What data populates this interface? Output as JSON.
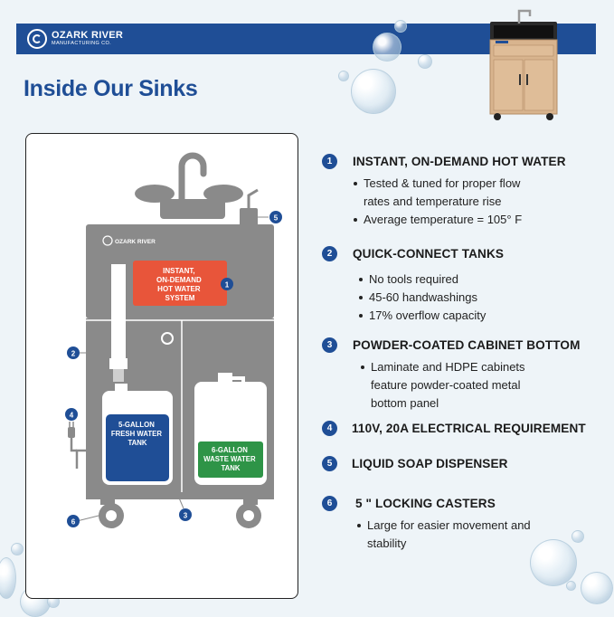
{
  "brand": {
    "name": "OZARK RIVER",
    "subtitle": "MANUFACTURING CO.",
    "color_primary": "#1f4e96",
    "color_accent_red": "#e8553a",
    "color_tank_blue": "#1f4e96",
    "color_tank_green": "#2e9447"
  },
  "page_title": "Inside Our Sinks",
  "diagram": {
    "logo_text": "OZARK RIVER",
    "heater_label": [
      "INSTANT,",
      "ON-DEMAND",
      "HOT WATER",
      "SYSTEM"
    ],
    "fresh_tank_label": [
      "5-GALLON",
      "FRESH WATER",
      "TANK"
    ],
    "waste_tank_label": [
      "6-GALLON",
      "WASTE WATER",
      "TANK"
    ],
    "callouts": [
      "1",
      "2",
      "3",
      "4",
      "5",
      "6"
    ]
  },
  "features": [
    {
      "number": "1",
      "title": "INSTANT, ON-DEMAND HOT WATER",
      "bullets": [
        "Tested & tuned for proper flow rates and temperature rise",
        "Average temperature = 105° F"
      ]
    },
    {
      "number": "2",
      "title": "QUICK-CONNECT TANKS",
      "bullets": [
        "No tools required",
        "45-60 handwashings",
        "17% overflow capacity"
      ]
    },
    {
      "number": "3",
      "title": "POWDER-COATED CABINET BOTTOM",
      "bullets": [
        "Laminate and HDPE cabinets feature powder-coated metal bottom panel"
      ]
    },
    {
      "number": "4",
      "title": "110V, 20A ELECTRICAL REQUIREMENT",
      "bullets": []
    },
    {
      "number": "5",
      "title": "LIQUID SOAP DISPENSER",
      "bullets": []
    },
    {
      "number": "6",
      "title": "5 \" LOCKING CASTERS",
      "bullets": [
        "Large for easier movement and stability"
      ]
    }
  ]
}
